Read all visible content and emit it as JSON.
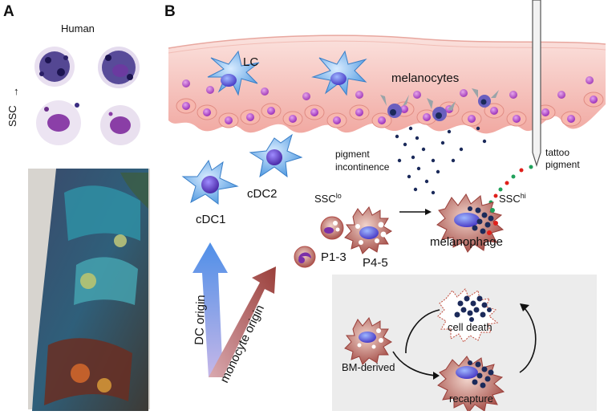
{
  "panel_a": {
    "letter": "A",
    "species_label": "Human",
    "axis_label": "SSC",
    "axis_arrow": "↑"
  },
  "panel_b": {
    "letter": "B",
    "labels": {
      "lc": "LC",
      "melanocytes": "melanocytes",
      "pigment_line1": "pigment",
      "pigment_line2": "incontinence",
      "tattoo_line1": "tattoo",
      "tattoo_line2": "pigment",
      "cdc1": "cDC1",
      "cdc2": "cDC2",
      "ssc_lo": "SSC",
      "ssc_lo_sup": "lo",
      "ssc_hi": "SSC",
      "ssc_hi_sup": "hi",
      "p45": "P4-5",
      "p13": "P1-3",
      "melanophage": "melanophage",
      "dc_origin": "DC origin",
      "monocyte_origin": "monocyte origin",
      "cell_death": "cell death",
      "bm_derived": "BM-derived",
      "recapture": "recapture"
    },
    "colors": {
      "skin_pink": "#f6c9c3",
      "cell_nucleus": "#b03fc8",
      "dc_blue": "#5aa7e8",
      "monocyte_red": "#b04a45",
      "pigment_dark": "#1b2a5a",
      "tattoo_red": "#e0201b",
      "tattoo_green": "#1fa05a",
      "inset_bg": "#ececec"
    }
  }
}
